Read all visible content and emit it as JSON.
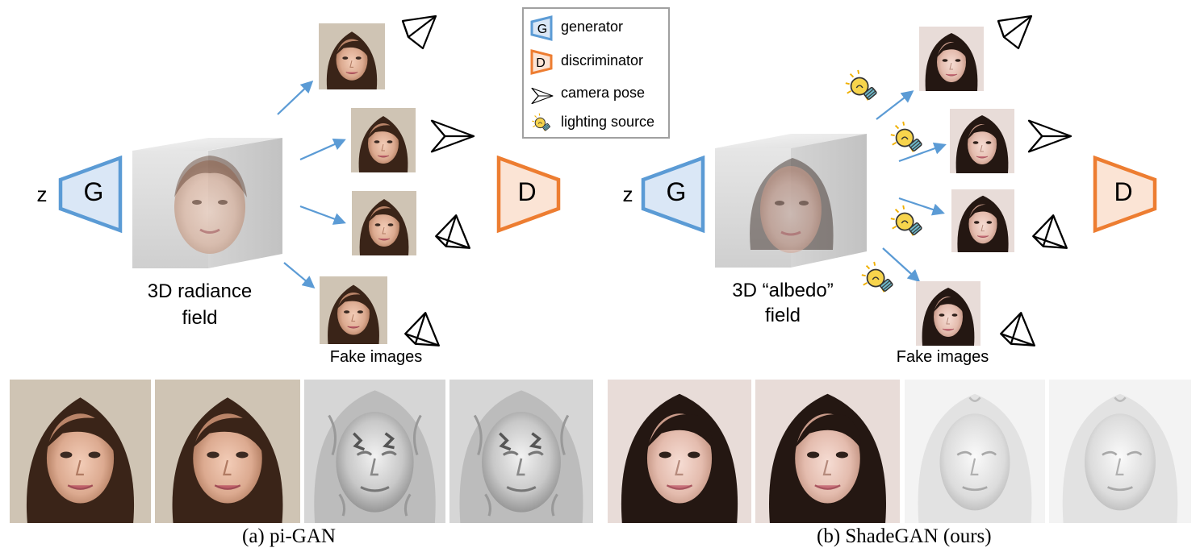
{
  "legend": {
    "generator_symbol": "G",
    "generator_label": "generator",
    "discriminator_symbol": "D",
    "discriminator_label": "discriminator",
    "camera_label": "camera pose",
    "lighting_label": "lighting source"
  },
  "left": {
    "z_label": "z",
    "generator_symbol": "G",
    "discriminator_symbol": "D",
    "field_label_line1": "3D radiance",
    "field_label_line2": "field",
    "fake_images_label": "Fake images",
    "caption": "(a) pi-GAN"
  },
  "right": {
    "z_label": "z",
    "generator_symbol": "G",
    "discriminator_symbol": "D",
    "field_label_line1": "3D “albedo”",
    "field_label_line2": "field",
    "fake_images_label": "Fake images",
    "caption": "(b) ShadeGAN (ours)"
  },
  "colors": {
    "generator_stroke": "#5b9bd5",
    "generator_fill": "#dae7f6",
    "discriminator_stroke": "#ed7d31",
    "discriminator_fill": "#fbe4d5",
    "arrow": "#5b9bd5",
    "legend_border": "#a0a0a0"
  },
  "icons": [
    "camera-pose-icon",
    "lighting-source-icon",
    "generator-trapezoid-icon",
    "discriminator-trapezoid-icon"
  ]
}
